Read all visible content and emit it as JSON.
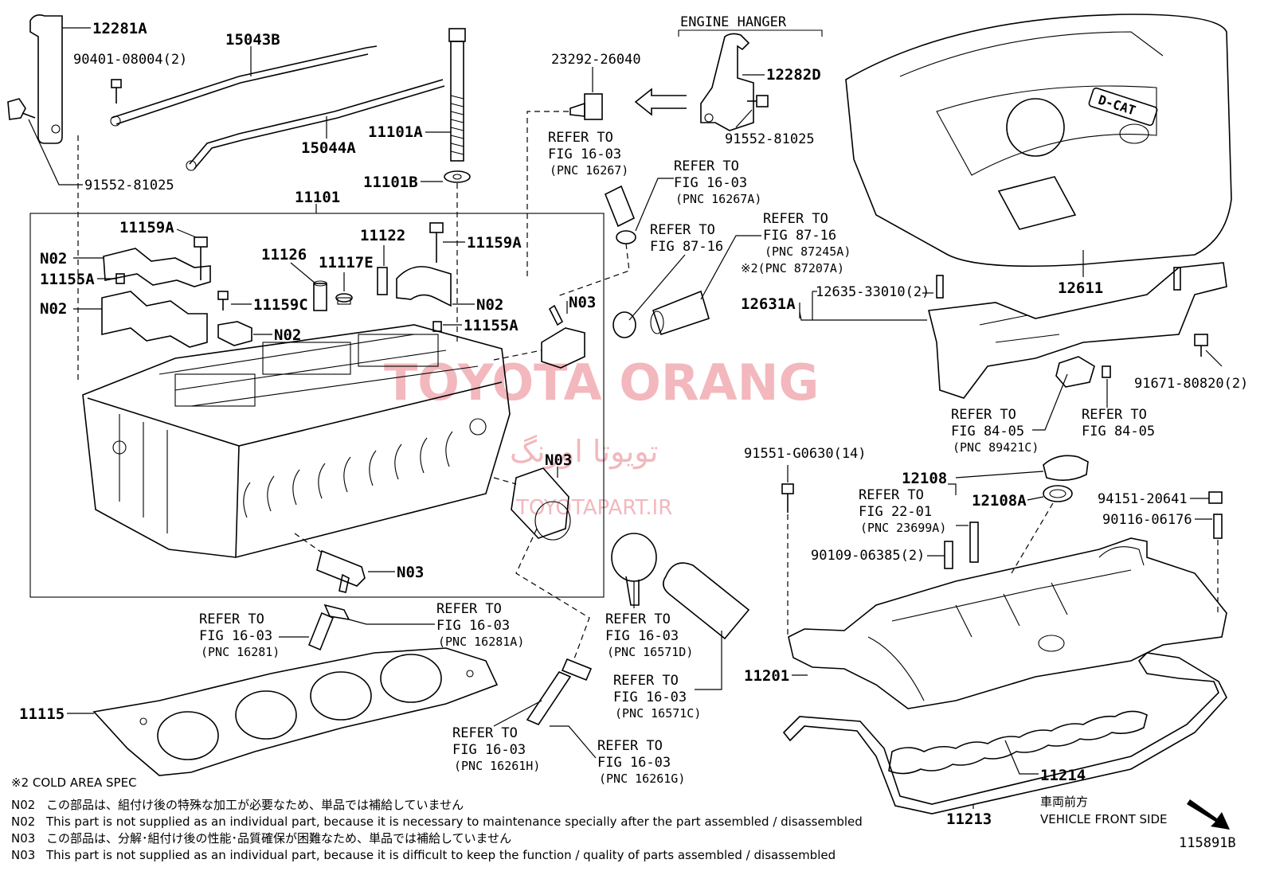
{
  "header": {
    "engine_hanger": "ENGINE HANGER"
  },
  "labels": {
    "p12281A": "12281A",
    "p90401": "90401-08004(2)",
    "p15043B": "15043B",
    "p15044A": "15044A",
    "p91552_left": "91552-81025",
    "p11101": "11101",
    "p11101A": "11101A",
    "p11101B": "11101B",
    "p11159A_l": "11159A",
    "p11159A_r": "11159A",
    "p11159C": "11159C",
    "p11155A_l": "11155A",
    "p11155A_r": "11155A",
    "p11126": "11126",
    "p11117E": "11117E",
    "p11122": "11122",
    "n02_a": "N02",
    "n02_b": "N02",
    "n02_c": "N02",
    "n02_d": "N02",
    "n03_a": "N03",
    "n03_b": "N03",
    "n03_c": "N03",
    "p23292": "23292-26040",
    "p12282D": "12282D",
    "p91552_right": "91552-81025",
    "p12611": "12611",
    "p12631A": "12631A",
    "p12635": "12635-33010(2)",
    "p91671": "91671-80820(2)",
    "p91551": "91551-G0630(14)",
    "p12108": "12108",
    "p12108A": "12108A",
    "p94151": "94151-20641",
    "p90116": "90116-06176",
    "p90109": "90109-06385(2)",
    "p11201": "11201",
    "p11214": "11214",
    "p11213": "11213",
    "p11115": "11115",
    "fig_no": "115891B"
  },
  "refs": {
    "r1": {
      "a": "REFER TO",
      "b": "FIG 16-03",
      "c": "(PNC 16267)"
    },
    "r2": {
      "a": "REFER TO",
      "b": "FIG 16-03",
      "c": "(PNC 16267A)"
    },
    "r3": {
      "a": "REFER TO",
      "b": "FIG 87-16"
    },
    "r4": {
      "a": "REFER TO",
      "b": "FIG 87-16",
      "c": "(PNC 87245A)",
      "d": "※2(PNC 87207A)"
    },
    "r5": {
      "a": "REFER TO",
      "b": "FIG 84-05",
      "c": "(PNC 89421C)"
    },
    "r6": {
      "a": "REFER TO",
      "b": "FIG 84-05"
    },
    "r7": {
      "a": "REFER TO",
      "b": "FIG 22-01",
      "c": "(PNC 23699A)"
    },
    "r8": {
      "a": "REFER TO",
      "b": "FIG 16-03",
      "c": "(PNC 16281)"
    },
    "r9": {
      "a": "REFER TO",
      "b": "FIG 16-03",
      "c": "(PNC 16281A)"
    },
    "r10": {
      "a": "REFER TO",
      "b": "FIG 16-03",
      "c": "(PNC 16571D)"
    },
    "r11": {
      "a": "REFER TO",
      "b": "FIG 16-03",
      "c": "(PNC 16571C)"
    },
    "r12": {
      "a": "REFER TO",
      "b": "FIG 16-03",
      "c": "(PNC 16261H)"
    },
    "r13": {
      "a": "REFER TO",
      "b": "FIG 16-03",
      "c": "(PNC 16261G)"
    }
  },
  "cover": {
    "badge": "D-CAT"
  },
  "watermark": {
    "en": "TOYOTA ORANG",
    "fa": "تویوتا اورنگ",
    "url": "TOYOTAPART.IR"
  },
  "front": {
    "jp": "車両前方",
    "en": "VEHICLE FRONT SIDE"
  },
  "notes": {
    "cold": "※2 COLD AREA SPEC",
    "n02_code": "N02",
    "n02_jp": "この部品は、組付け後の特殊な加工が必要なため、単品では補給していません",
    "n02_code2": "N02",
    "n02_en": "This part is not supplied as an individual part, because it is necessary to maintenance specially after the part assembled / disassembled",
    "n03_code": "N03",
    "n03_jp": "この部品は、分解･組付け後の性能･品質確保が困難なため、単品では補給していません",
    "n03_code2": "N03",
    "n03_en": "This part is not supplied as an individual part, because it is difficult to keep the function / quality of parts  assembled / disassembled"
  }
}
